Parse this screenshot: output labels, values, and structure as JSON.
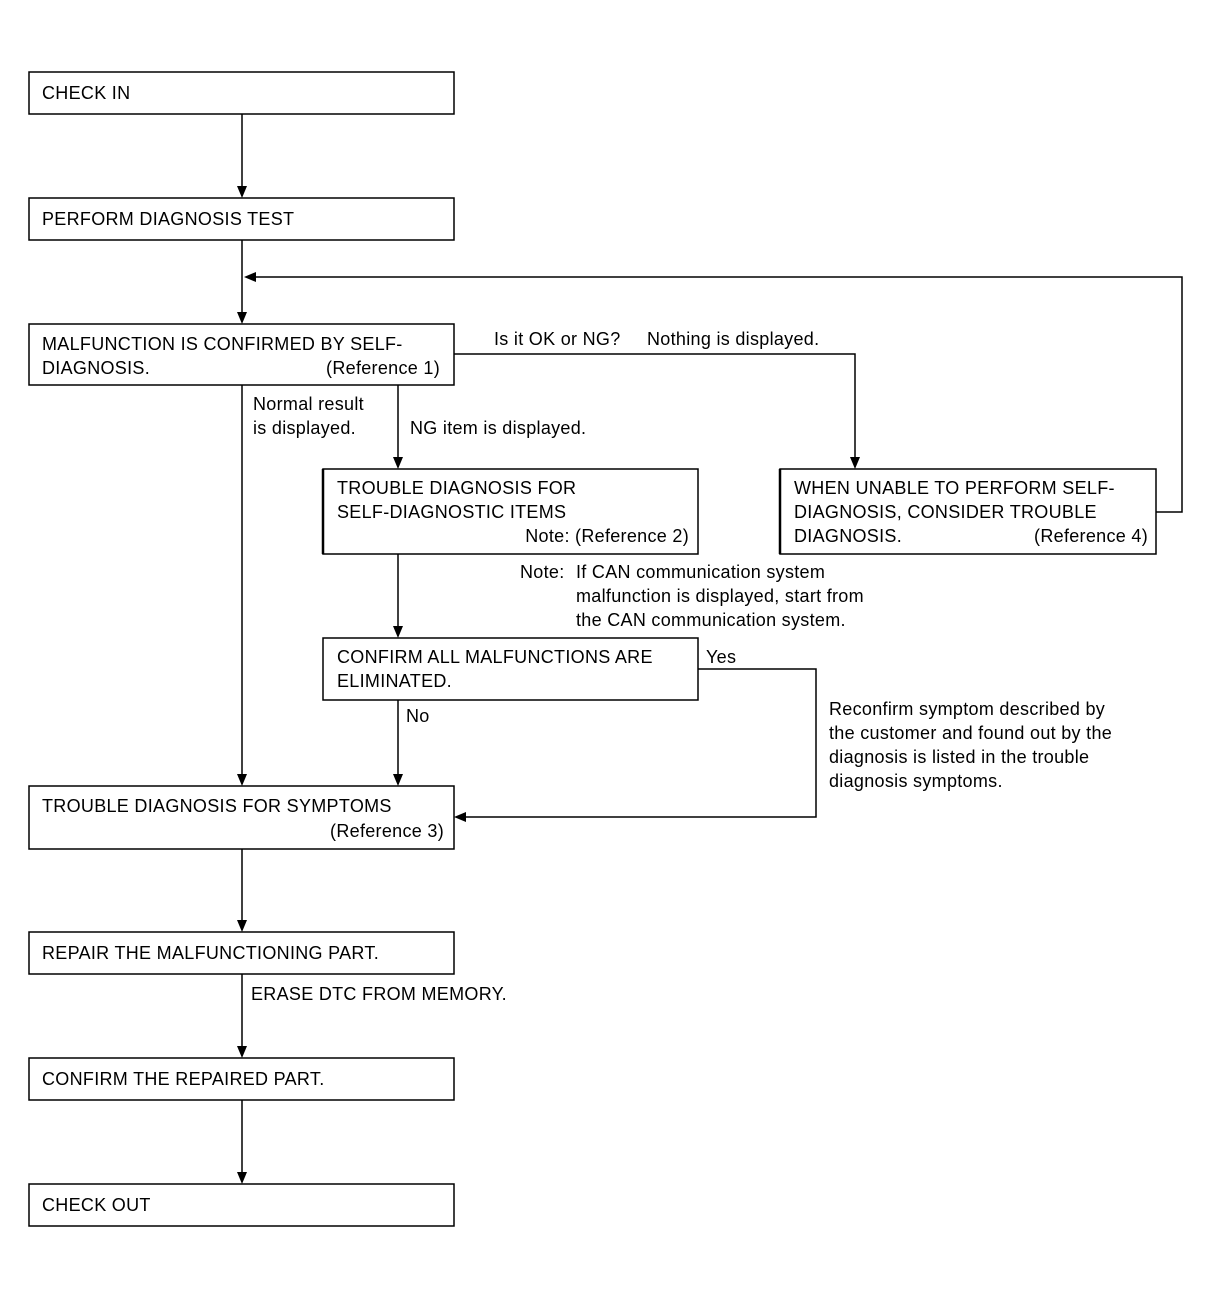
{
  "boxes": {
    "check_in": [
      "CHECK IN"
    ],
    "perform_diagnosis_test": [
      "PERFORM DIAGNOSIS TEST"
    ],
    "malfunction_confirmed": {
      "lines": [
        "MALFUNCTION IS CONFIRMED BY SELF-",
        "DIAGNOSIS."
      ],
      "reference": "(Reference 1)"
    },
    "trouble_self_diag": {
      "lines": [
        "TROUBLE DIAGNOSIS FOR",
        "SELF-DIAGNOSTIC ITEMS"
      ],
      "reference": "Note: (Reference 2)"
    },
    "unable_self_diag": {
      "lines": [
        "WHEN UNABLE TO PERFORM SELF-",
        "DIAGNOSIS, CONSIDER TROUBLE",
        "DIAGNOSIS."
      ],
      "reference": "(Reference 4)"
    },
    "confirm_eliminated": {
      "lines": [
        "CONFIRM ALL MALFUNCTIONS ARE",
        "ELIMINATED."
      ]
    },
    "trouble_symptoms": {
      "lines": [
        "TROUBLE DIAGNOSIS FOR SYMPTOMS"
      ],
      "reference": "(Reference 3)"
    },
    "repair": [
      "REPAIR THE MALFUNCTIONING PART."
    ],
    "confirm_repaired": [
      "CONFIRM THE REPAIRED PART."
    ],
    "check_out": [
      "CHECK OUT"
    ]
  },
  "labels": {
    "ok_or_ng": "Is it OK or NG?",
    "nothing_displayed": "Nothing is displayed.",
    "normal_result": [
      "Normal result",
      "is displayed."
    ],
    "ng_item": "NG item is displayed.",
    "can_note": {
      "prefix": "Note:",
      "lines": [
        "If CAN communication system",
        "malfunction is displayed, start from",
        "the CAN communication system."
      ]
    },
    "yes": "Yes",
    "no": "No",
    "reconfirm": [
      "Reconfirm symptom described by",
      "the customer and found out by the",
      "diagnosis is listed in the trouble",
      "diagnosis symptoms."
    ],
    "erase_dtc": "ERASE DTC FROM MEMORY."
  }
}
